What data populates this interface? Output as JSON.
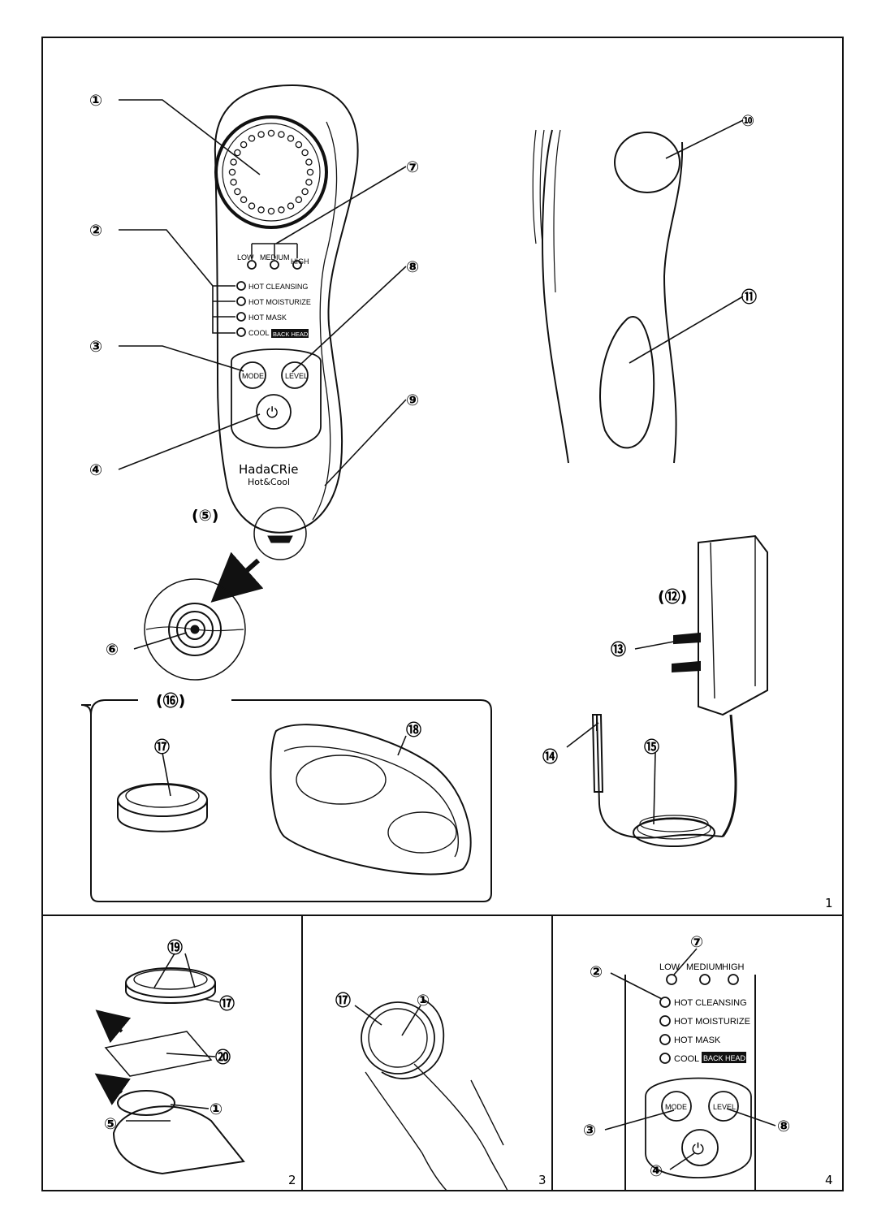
{
  "callouts": {
    "c1": "①",
    "c2": "②",
    "c3": "③",
    "c4": "④",
    "c5": "(⑤)",
    "c6": "⑥",
    "c7": "⑦",
    "c8": "⑧",
    "c9": "⑨",
    "c10": "⑩",
    "c11": "⑪",
    "c12": "(⑫)",
    "c13": "⑬",
    "c14": "⑭",
    "c15": "⑮",
    "c16": "(⑯)",
    "c17": "⑰",
    "c18": "⑱",
    "c19": "⑲",
    "c20": "⑳",
    "c17b": "⑰",
    "c1b": "①",
    "c5b": "⑤",
    "c17c": "⑰",
    "c1c": "①",
    "c7d": "⑦",
    "c2d": "②",
    "c3d": "③",
    "c4d": "④",
    "c8d": "⑧"
  },
  "device": {
    "level_labels": [
      "LOW",
      "MEDIUM",
      "HIGH"
    ],
    "mode_labels": [
      "HOT CLEANSING",
      "HOT MOISTURIZE",
      "HOT MASK",
      "COOL"
    ],
    "back_head_badge": "BACK HEAD",
    "mode_button": "MODE",
    "level_button": "LEVEL",
    "power_symbol": "⏻",
    "brand": "HadaCRiе",
    "brand_sub": "Hot&Cool"
  },
  "panel_numbers": [
    "1",
    "2",
    "3",
    "4"
  ]
}
